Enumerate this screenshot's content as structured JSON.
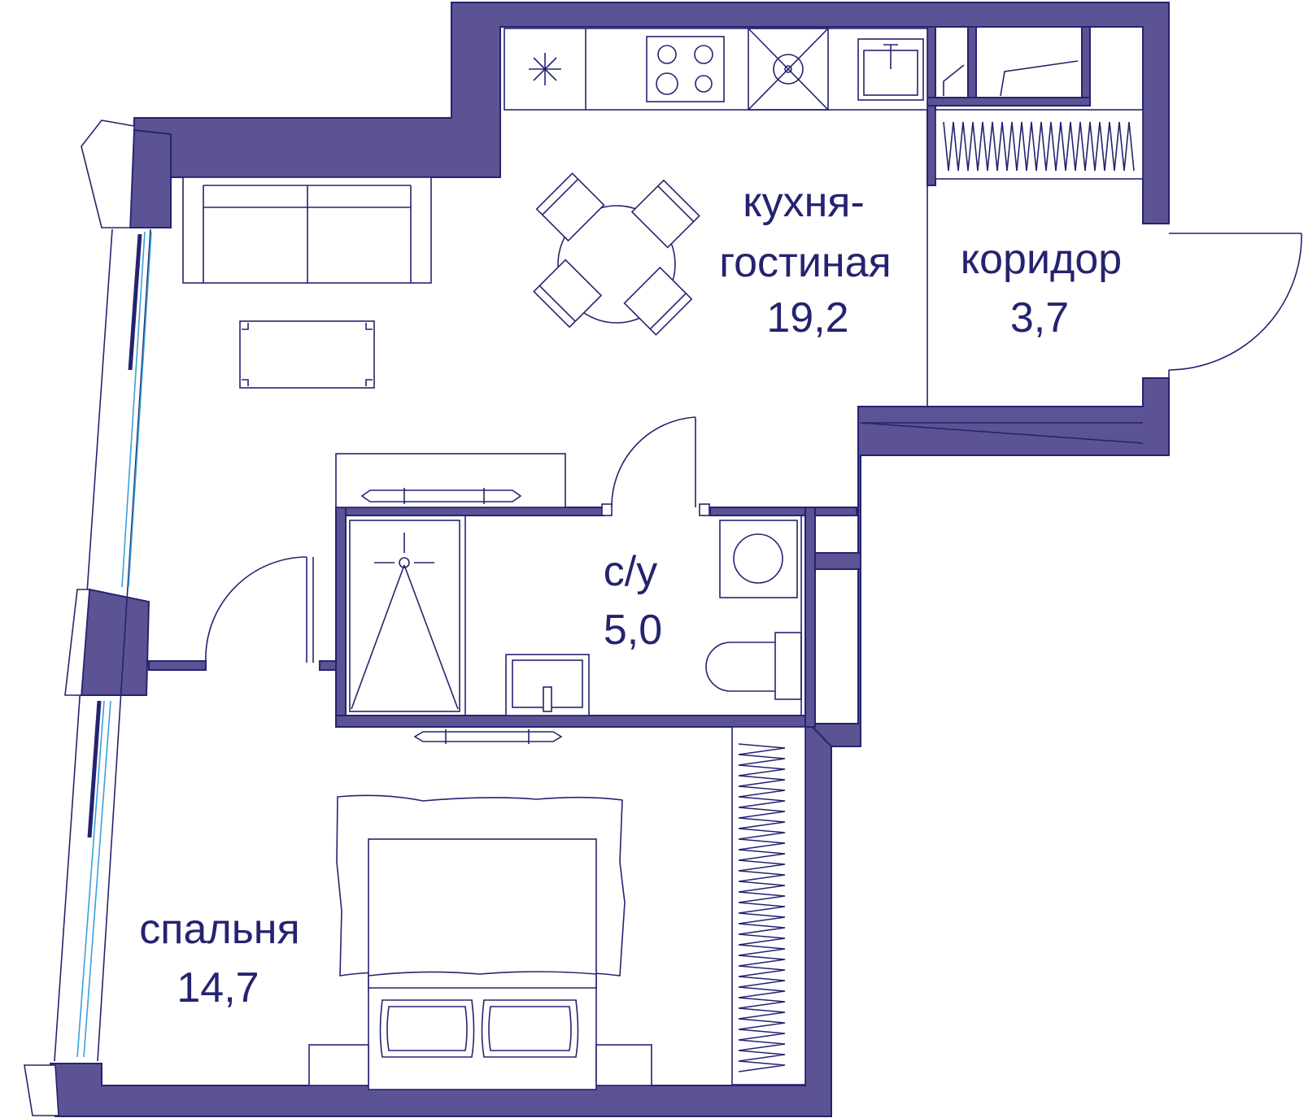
{
  "colors": {
    "wall_fill": "#5b5393",
    "line": "#252370",
    "glass": "#3aa0d8",
    "background": "#ffffff"
  },
  "rooms": [
    {
      "id": "kitchen",
      "name_line1": "кухня-",
      "name_line2": "гостиная",
      "area": "19,2"
    },
    {
      "id": "corridor",
      "name_line1": "коридор",
      "area": "3,7"
    },
    {
      "id": "bathroom",
      "name_line1": "с/у",
      "area": "5,0"
    },
    {
      "id": "bedroom",
      "name_line1": "спальня",
      "area": "14,7"
    }
  ]
}
